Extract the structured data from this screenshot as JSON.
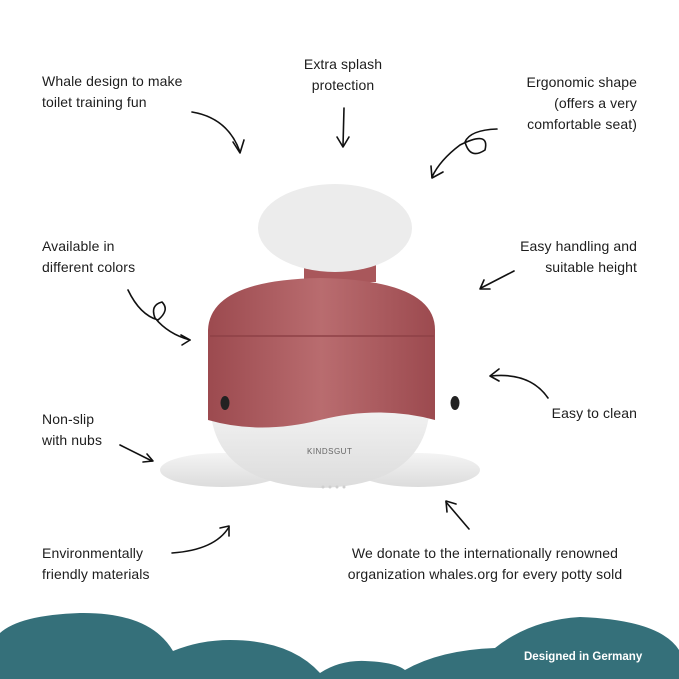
{
  "features": {
    "whale_design": [
      "Whale design to make",
      "toilet training fun"
    ],
    "splash": [
      "Extra splash",
      "protection"
    ],
    "ergonomic": [
      "Ergonomic shape",
      "(offers a very",
      "comfortable seat)"
    ],
    "colors": [
      "Available in",
      "different colors"
    ],
    "handling": [
      "Easy handling and",
      "suitable height"
    ],
    "nonslip": [
      "Non-slip",
      "with nubs"
    ],
    "clean": [
      "Easy to clean"
    ],
    "materials": [
      "Environmentally",
      "friendly materials"
    ],
    "donate": [
      "We donate to the internationally renowned",
      "organization whales.org for every potty sold"
    ]
  },
  "product": {
    "brand": "KINDSGUT",
    "body_color": "#b35f63",
    "white_color": "#ececec"
  },
  "footer": {
    "text": "Designed in Germany",
    "color": "#35707a"
  }
}
